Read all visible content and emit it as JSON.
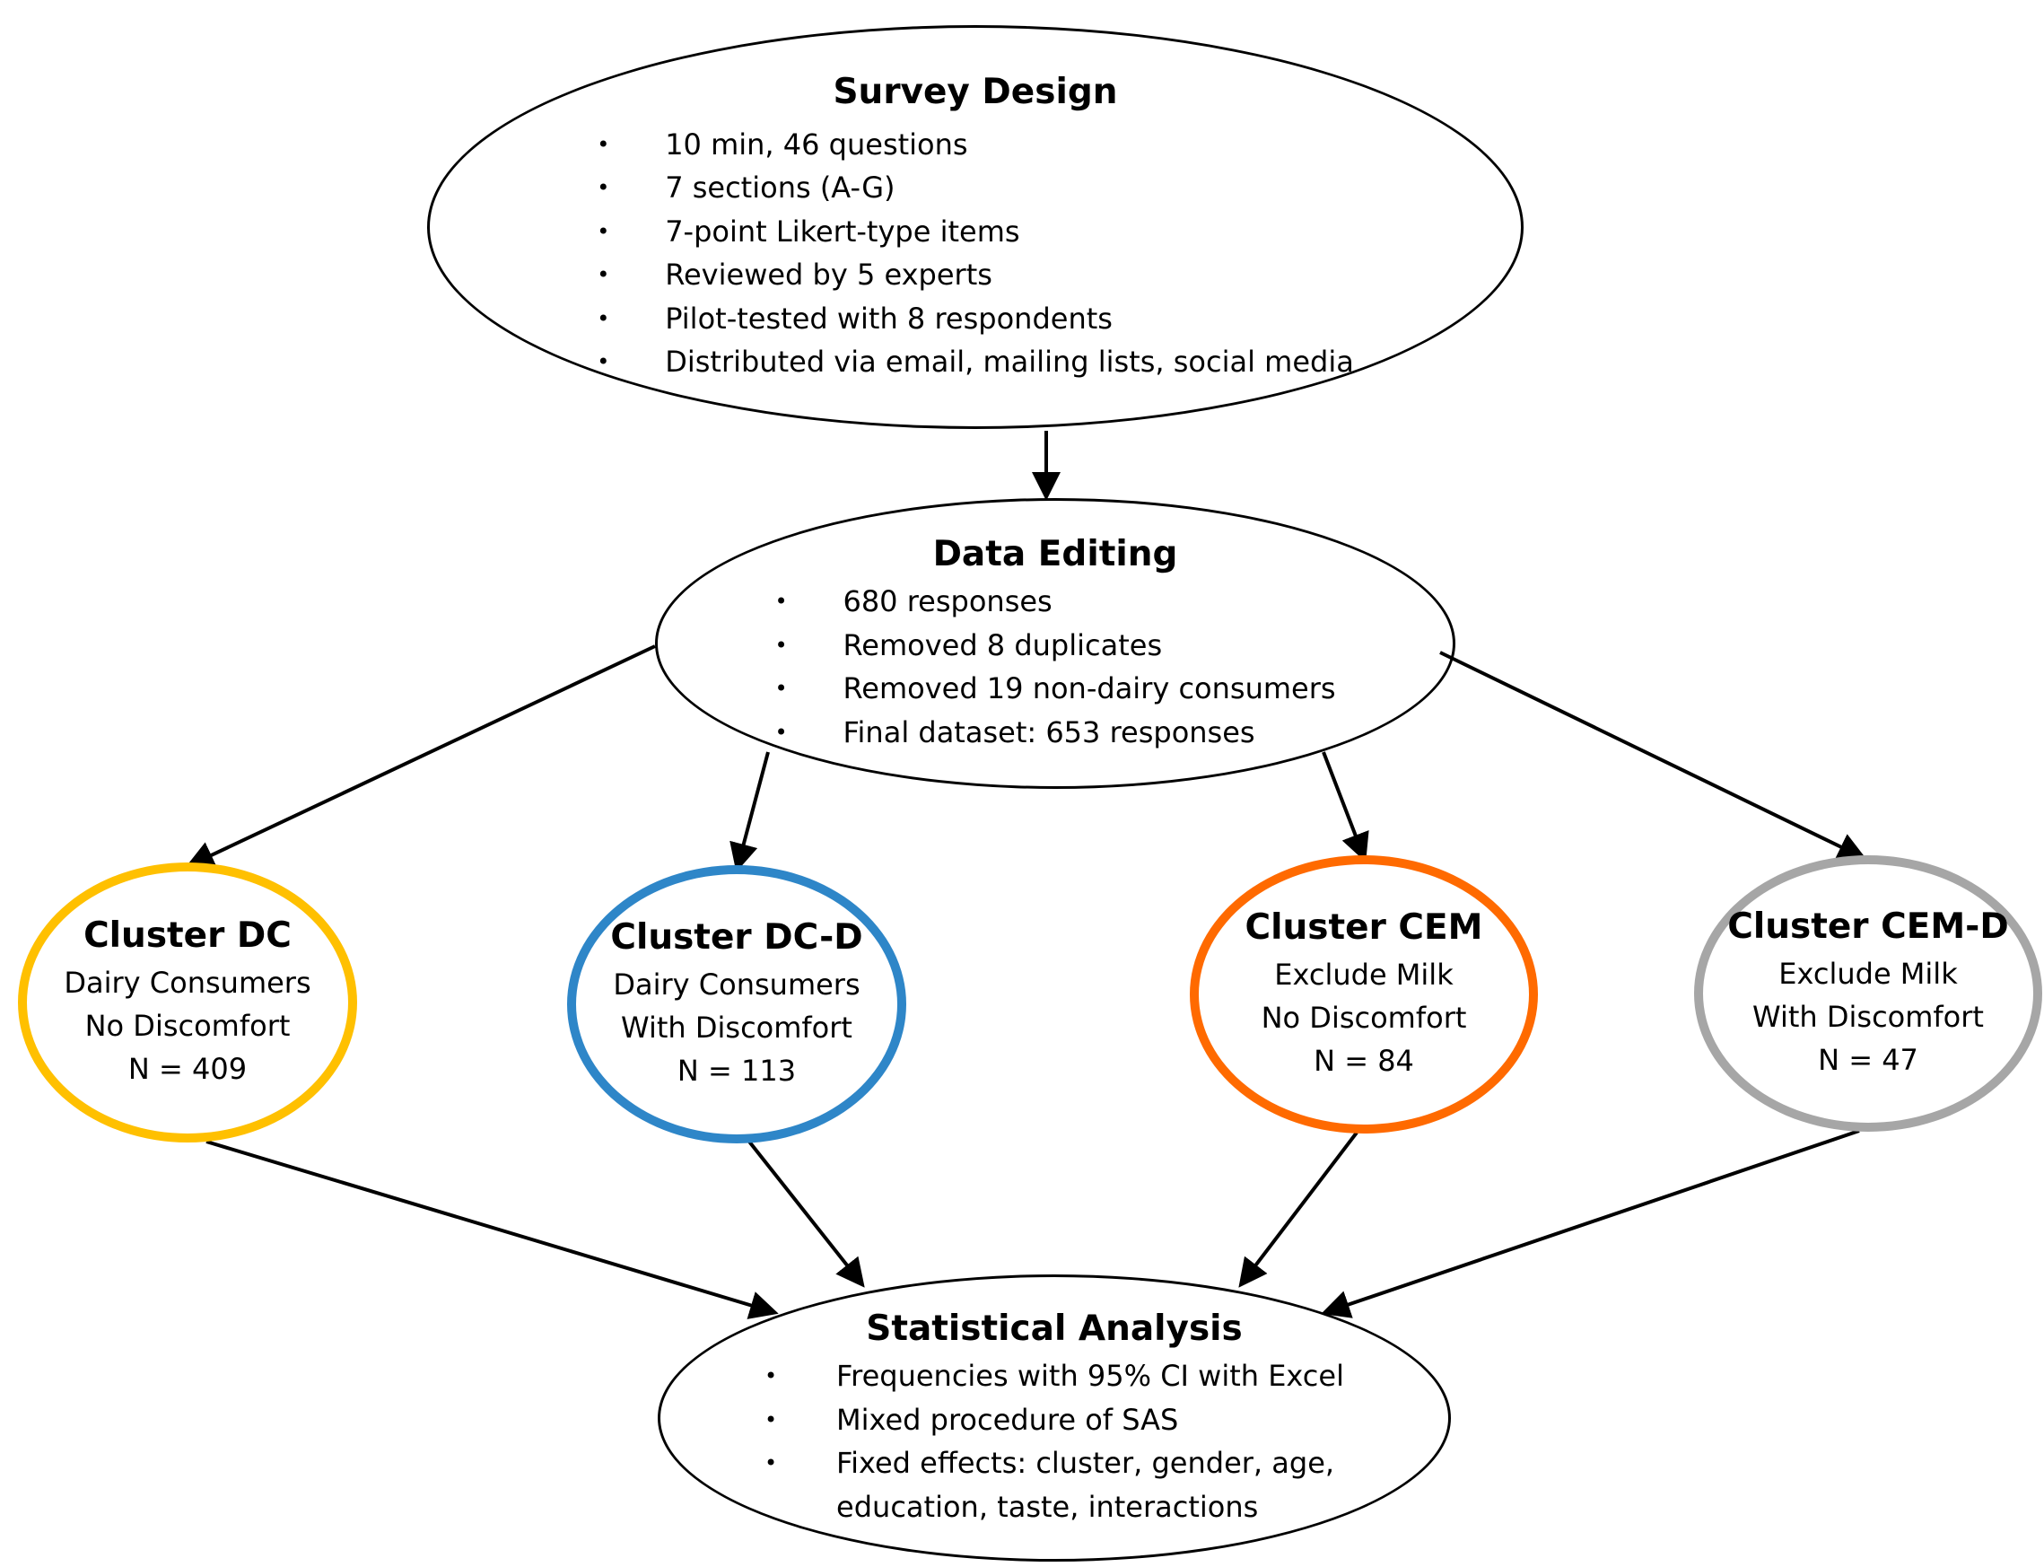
{
  "survey_design": {
    "title": "Survey Design",
    "bullets": [
      "10 min, 46 questions",
      "7 sections (A-G)",
      "7-point Likert-type items",
      "Reviewed by 5 experts",
      "Pilot-tested with 8 respondents",
      "Distributed via email, mailing lists, social media"
    ]
  },
  "data_editing": {
    "title": "Data Editing",
    "bullets": [
      "680 responses",
      "Removed 8 duplicates",
      "Removed 19 non-dairy consumers",
      "Final dataset: 653 responses"
    ]
  },
  "clusters": [
    {
      "title": "Cluster DC",
      "line1": "Dairy Consumers",
      "line2": "No Discomfort",
      "count": "N = 409",
      "color": "#FFC000"
    },
    {
      "title": "Cluster DC-D",
      "line1": "Dairy Consumers",
      "line2": "With Discomfort",
      "count": "N = 113",
      "color": "#2E86C8"
    },
    {
      "title": "Cluster CEM",
      "line1": "Exclude Milk",
      "line2": "No Discomfort",
      "count": "N = 84",
      "color": "#FF6A00"
    },
    {
      "title": "Cluster CEM-D",
      "line1": "Exclude Milk",
      "line2": "With Discomfort",
      "count": "N = 47",
      "color": "#A6A6A6"
    }
  ],
  "statistical_analysis": {
    "title": "Statistical Analysis",
    "bullets": [
      "Frequencies with 95% CI with Excel",
      "Mixed procedure of SAS",
      "Fixed effects: cluster, gender, age,"
    ],
    "continuation": "education, taste, interactions"
  }
}
